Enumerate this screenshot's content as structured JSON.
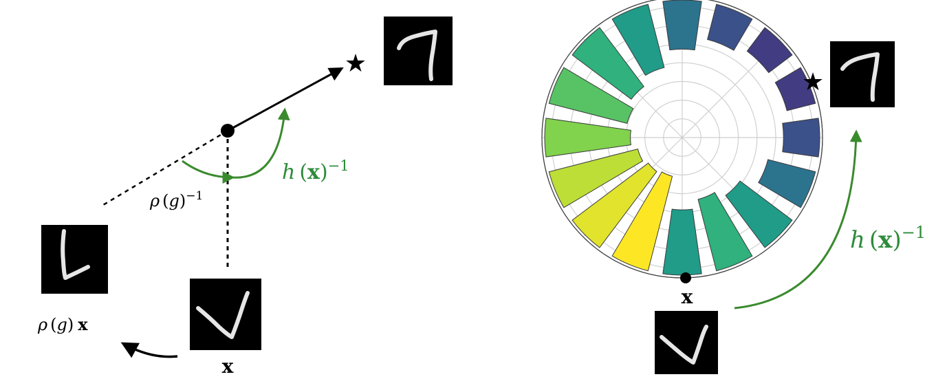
{
  "left_panel": {
    "label_h_inv": {
      "h": "h",
      "x": "x",
      "sup": "−1"
    },
    "label_rho_inv": {
      "rho": "ρ",
      "g": "g",
      "sup": "−1"
    },
    "label_rho_x": {
      "rho": "ρ",
      "g": "g",
      "x": "x"
    },
    "label_x": "x",
    "star": "★"
  },
  "right_panel": {
    "label_h_inv": {
      "h": "h",
      "x": "x",
      "sup": "−1"
    },
    "label_x": "x",
    "star": "★",
    "polar_bars": {
      "count": 16,
      "values": [
        0.62,
        0.72,
        0.62,
        0.43,
        0.28,
        0.2,
        0.2,
        0.28,
        0.43,
        0.62,
        0.72,
        0.8,
        0.86,
        0.93,
        0.97,
        1.0
      ],
      "colormap": "viridis"
    }
  },
  "colors": {
    "arrow_green": "#3a8a2e",
    "label_green": "#2e8b3a",
    "black": "#000000",
    "grid": "#cfcfcf"
  }
}
